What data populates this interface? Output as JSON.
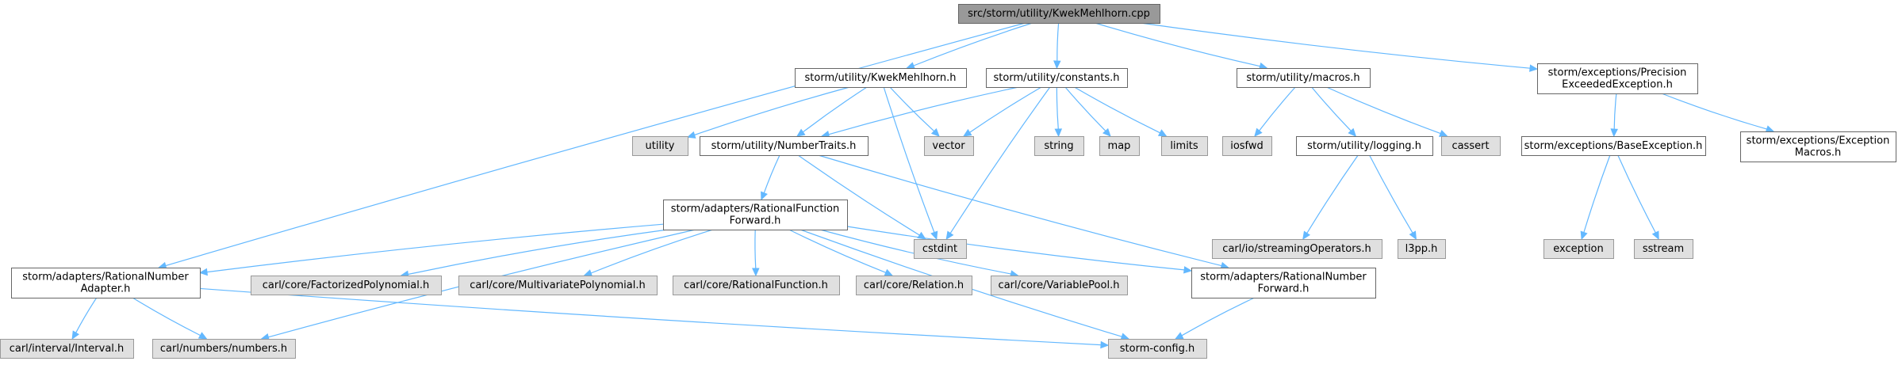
{
  "colors": {
    "root_fill": "#999999",
    "root_stroke": "#666666",
    "documented_fill": "#ffffff",
    "documented_stroke": "#666666",
    "external_fill": "#e0e0e0",
    "external_stroke": "#999999",
    "edge": "#63b8ff"
  },
  "nodes": [
    {
      "id": "root",
      "kind": "root",
      "lines": [
        "src/storm/utility/KwekMehlhorn.cpp"
      ]
    },
    {
      "id": "kwek_h",
      "kind": "documented",
      "lines": [
        "storm/utility/KwekMehlhorn.h"
      ]
    },
    {
      "id": "constants_h",
      "kind": "documented",
      "lines": [
        "storm/utility/constants.h"
      ]
    },
    {
      "id": "macros_h",
      "kind": "documented",
      "lines": [
        "storm/utility/macros.h"
      ]
    },
    {
      "id": "precision_h",
      "kind": "documented",
      "lines": [
        "storm/exceptions/Precision",
        "ExceededException.h"
      ]
    },
    {
      "id": "utility",
      "kind": "external",
      "lines": [
        "utility"
      ]
    },
    {
      "id": "numbertraits_h",
      "kind": "documented",
      "lines": [
        "storm/utility/NumberTraits.h"
      ]
    },
    {
      "id": "vector",
      "kind": "external",
      "lines": [
        "vector"
      ]
    },
    {
      "id": "string",
      "kind": "external",
      "lines": [
        "string"
      ]
    },
    {
      "id": "map",
      "kind": "external",
      "lines": [
        "map"
      ]
    },
    {
      "id": "limits",
      "kind": "external",
      "lines": [
        "limits"
      ]
    },
    {
      "id": "iosfwd",
      "kind": "external",
      "lines": [
        "iosfwd"
      ]
    },
    {
      "id": "logging_h",
      "kind": "documented",
      "lines": [
        "storm/utility/logging.h"
      ]
    },
    {
      "id": "cassert",
      "kind": "external",
      "lines": [
        "cassert"
      ]
    },
    {
      "id": "baseexception_h",
      "kind": "documented",
      "lines": [
        "storm/exceptions/BaseException.h"
      ]
    },
    {
      "id": "exceptionmacros_h",
      "kind": "documented",
      "lines": [
        "storm/exceptions/Exception",
        "Macros.h"
      ]
    },
    {
      "id": "ratfuncfwd_h",
      "kind": "documented",
      "lines": [
        "storm/adapters/RationalFunction",
        "Forward.h"
      ]
    },
    {
      "id": "cstdint",
      "kind": "external",
      "lines": [
        "cstdint"
      ]
    },
    {
      "id": "streamingops_h",
      "kind": "external",
      "lines": [
        "carl/io/streamingOperators.h"
      ]
    },
    {
      "id": "l3pp_h",
      "kind": "external",
      "lines": [
        "l3pp.h"
      ]
    },
    {
      "id": "exception",
      "kind": "external",
      "lines": [
        "exception"
      ]
    },
    {
      "id": "sstream",
      "kind": "external",
      "lines": [
        "sstream"
      ]
    },
    {
      "id": "ratnumadapter_h",
      "kind": "documented",
      "lines": [
        "storm/adapters/RationalNumber",
        "Adapter.h"
      ]
    },
    {
      "id": "factorizedpoly_h",
      "kind": "external",
      "lines": [
        "carl/core/FactorizedPolynomial.h"
      ]
    },
    {
      "id": "multivariatepoly_h",
      "kind": "external",
      "lines": [
        "carl/core/MultivariatePolynomial.h"
      ]
    },
    {
      "id": "rationalfunction_h",
      "kind": "external",
      "lines": [
        "carl/core/RationalFunction.h"
      ]
    },
    {
      "id": "relation_h",
      "kind": "external",
      "lines": [
        "carl/core/Relation.h"
      ]
    },
    {
      "id": "variablepool_h",
      "kind": "external",
      "lines": [
        "carl/core/VariablePool.h"
      ]
    },
    {
      "id": "ratnumfwd_h",
      "kind": "documented",
      "lines": [
        "storm/adapters/RationalNumber",
        "Forward.h"
      ]
    },
    {
      "id": "interval_h",
      "kind": "external",
      "lines": [
        "carl/interval/Interval.h"
      ]
    },
    {
      "id": "numbers_h",
      "kind": "external",
      "lines": [
        "carl/numbers/numbers.h"
      ]
    },
    {
      "id": "stormconfig_h",
      "kind": "external",
      "lines": [
        "storm-config.h"
      ]
    }
  ],
  "edges": [
    {
      "from": "root",
      "to": "kwek_h"
    },
    {
      "from": "root",
      "to": "constants_h"
    },
    {
      "from": "root",
      "to": "macros_h"
    },
    {
      "from": "root",
      "to": "precision_h"
    },
    {
      "from": "root",
      "to": "ratnumadapter_h"
    },
    {
      "from": "kwek_h",
      "to": "utility"
    },
    {
      "from": "kwek_h",
      "to": "numbertraits_h"
    },
    {
      "from": "kwek_h",
      "to": "vector"
    },
    {
      "from": "kwek_h",
      "to": "cstdint"
    },
    {
      "from": "constants_h",
      "to": "numbertraits_h"
    },
    {
      "from": "constants_h",
      "to": "vector"
    },
    {
      "from": "constants_h",
      "to": "string"
    },
    {
      "from": "constants_h",
      "to": "map"
    },
    {
      "from": "constants_h",
      "to": "limits"
    },
    {
      "from": "constants_h",
      "to": "cstdint"
    },
    {
      "from": "macros_h",
      "to": "iosfwd"
    },
    {
      "from": "macros_h",
      "to": "logging_h"
    },
    {
      "from": "macros_h",
      "to": "cassert"
    },
    {
      "from": "precision_h",
      "to": "baseexception_h"
    },
    {
      "from": "precision_h",
      "to": "exceptionmacros_h"
    },
    {
      "from": "numbertraits_h",
      "to": "ratfuncfwd_h"
    },
    {
      "from": "numbertraits_h",
      "to": "cstdint"
    },
    {
      "from": "numbertraits_h",
      "to": "ratnumfwd_h"
    },
    {
      "from": "logging_h",
      "to": "streamingops_h"
    },
    {
      "from": "logging_h",
      "to": "l3pp_h"
    },
    {
      "from": "baseexception_h",
      "to": "exception"
    },
    {
      "from": "baseexception_h",
      "to": "sstream"
    },
    {
      "from": "ratfuncfwd_h",
      "to": "ratnumadapter_h"
    },
    {
      "from": "ratfuncfwd_h",
      "to": "numbers_h"
    },
    {
      "from": "ratfuncfwd_h",
      "to": "factorizedpoly_h"
    },
    {
      "from": "ratfuncfwd_h",
      "to": "multivariatepoly_h"
    },
    {
      "from": "ratfuncfwd_h",
      "to": "rationalfunction_h"
    },
    {
      "from": "ratfuncfwd_h",
      "to": "relation_h"
    },
    {
      "from": "ratfuncfwd_h",
      "to": "variablepool_h"
    },
    {
      "from": "ratfuncfwd_h",
      "to": "ratnumfwd_h"
    },
    {
      "from": "ratfuncfwd_h",
      "to": "stormconfig_h"
    },
    {
      "from": "ratnumadapter_h",
      "to": "interval_h"
    },
    {
      "from": "ratnumadapter_h",
      "to": "numbers_h"
    },
    {
      "from": "ratnumadapter_h",
      "to": "stormconfig_h"
    },
    {
      "from": "ratnumfwd_h",
      "to": "stormconfig_h"
    }
  ]
}
